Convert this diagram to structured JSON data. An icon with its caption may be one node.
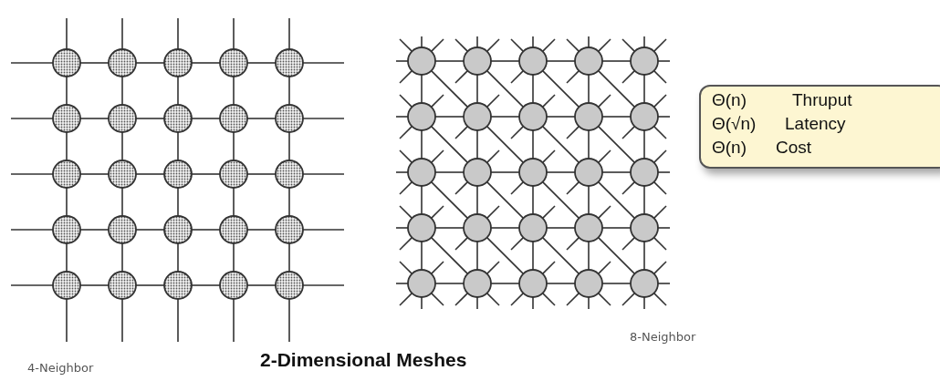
{
  "diagram": {
    "title": "2-Dimensional Meshes",
    "nodes": [
      {
        "text": [],
        "shape": "circle"
      },
      {
        "text": [],
        "shape": "circle"
      },
      {
        "text": [],
        "shape": "circle"
      },
      {
        "text": [],
        "shape": "circle"
      },
      {
        "text": [],
        "shape": "circle"
      },
      {
        "text": [],
        "shape": "circle"
      },
      {
        "text": [],
        "shape": "circle"
      },
      {
        "text": [],
        "shape": "circle"
      },
      {
        "text": [],
        "shape": "circle"
      },
      {
        "text": [],
        "shape": "circle"
      },
      {
        "text": [],
        "shape": "circle"
      },
      {
        "text": [],
        "shape": "circle"
      },
      {
        "text": [],
        "shape": "circle"
      },
      {
        "text": [],
        "shape": "circle"
      },
      {
        "text": [],
        "shape": "circle"
      },
      {
        "text": [],
        "shape": "circle"
      },
      {
        "text": [],
        "shape": "circle"
      },
      {
        "text": [],
        "shape": "circle"
      },
      {
        "text": [],
        "shape": "circle"
      },
      {
        "text": [],
        "shape": "circle"
      },
      {
        "text": [],
        "shape": "circle"
      },
      {
        "text": [],
        "shape": "circle"
      },
      {
        "text": [],
        "shape": "circle"
      },
      {
        "text": [],
        "shape": "circle"
      },
      {
        "text": [],
        "shape": "circle"
      },
      {
        "text": [],
        "shape": "circle"
      },
      {
        "text": [],
        "shape": "circle"
      },
      {
        "text": [],
        "shape": "circle"
      },
      {
        "text": [],
        "shape": "circle"
      },
      {
        "text": [],
        "shape": "circle"
      },
      {
        "text": [],
        "shape": "circle"
      },
      {
        "text": [],
        "shape": "circle"
      },
      {
        "text": [],
        "shape": "circle"
      },
      {
        "text": [],
        "shape": "circle"
      },
      {
        "text": [],
        "shape": "circle"
      },
      {
        "text": [],
        "shape": "circle"
      },
      {
        "text": [],
        "shape": "circle"
      },
      {
        "text": [],
        "shape": "circle"
      },
      {
        "text": [],
        "shape": "circle"
      },
      {
        "text": [],
        "shape": "circle"
      },
      {
        "text": [],
        "shape": "circle"
      },
      {
        "text": [],
        "shape": "circle"
      },
      {
        "text": [],
        "shape": "circle"
      },
      {
        "text": [],
        "shape": "circle"
      },
      {
        "text": [],
        "shape": "circle"
      },
      {
        "text": [],
        "shape": "circle"
      },
      {
        "text": [],
        "shape": "circle"
      },
      {
        "text": [],
        "shape": "circle"
      },
      {
        "text": [],
        "shape": "circle"
      },
      {
        "text": [],
        "shape": "circle"
      }
    ],
    "edges": [
      {
        "from": 0,
        "to": 1,
        "arrow": "none"
      },
      {
        "from": 1,
        "to": 2,
        "arrow": "none"
      },
      {
        "from": 2,
        "to": 3,
        "arrow": "none"
      },
      {
        "from": 3,
        "to": 4,
        "arrow": "none"
      },
      {
        "from": 5,
        "to": 6,
        "arrow": "none"
      },
      {
        "from": 6,
        "to": 7,
        "arrow": "none"
      },
      {
        "from": 7,
        "to": 8,
        "arrow": "none"
      },
      {
        "from": 8,
        "to": 9,
        "arrow": "none"
      },
      {
        "from": 10,
        "to": 11,
        "arrow": "none"
      },
      {
        "from": 11,
        "to": 12,
        "arrow": "none"
      },
      {
        "from": 12,
        "to": 13,
        "arrow": "none"
      },
      {
        "from": 13,
        "to": 14,
        "arrow": "none"
      },
      {
        "from": 15,
        "to": 16,
        "arrow": "none"
      },
      {
        "from": 16,
        "to": 17,
        "arrow": "none"
      },
      {
        "from": 17,
        "to": 18,
        "arrow": "none"
      },
      {
        "from": 18,
        "to": 19,
        "arrow": "none"
      },
      {
        "from": 20,
        "to": 21,
        "arrow": "none"
      },
      {
        "from": 21,
        "to": 22,
        "arrow": "none"
      },
      {
        "from": 22,
        "to": 23,
        "arrow": "none"
      },
      {
        "from": 23,
        "to": 24,
        "arrow": "none"
      },
      {
        "from": 0,
        "to": 5,
        "arrow": "none"
      },
      {
        "from": 1,
        "to": 6,
        "arrow": "none"
      },
      {
        "from": 2,
        "to": 7,
        "arrow": "none"
      },
      {
        "from": 3,
        "to": 8,
        "arrow": "none"
      },
      {
        "from": 4,
        "to": 9,
        "arrow": "none"
      },
      {
        "from": 5,
        "to": 10,
        "arrow": "none"
      },
      {
        "from": 6,
        "to": 11,
        "arrow": "none"
      },
      {
        "from": 7,
        "to": 12,
        "arrow": "none"
      },
      {
        "from": 8,
        "to": 13,
        "arrow": "none"
      },
      {
        "from": 9,
        "to": 14,
        "arrow": "none"
      },
      {
        "from": 10,
        "to": 15,
        "arrow": "none"
      },
      {
        "from": 11,
        "to": 16,
        "arrow": "none"
      },
      {
        "from": 12,
        "to": 17,
        "arrow": "none"
      },
      {
        "from": 13,
        "to": 18,
        "arrow": "none"
      },
      {
        "from": 14,
        "to": 19,
        "arrow": "none"
      },
      {
        "from": 15,
        "to": 20,
        "arrow": "none"
      },
      {
        "from": 16,
        "to": 21,
        "arrow": "none"
      },
      {
        "from": 17,
        "to": 22,
        "arrow": "none"
      },
      {
        "from": 18,
        "to": 23,
        "arrow": "none"
      },
      {
        "from": 19,
        "to": 24,
        "arrow": "none"
      },
      {
        "from": 0,
        "to": null,
        "arrow": "none"
      },
      {
        "from": 4,
        "to": null,
        "arrow": "none"
      },
      {
        "from": 5,
        "to": null,
        "arrow": "none"
      },
      {
        "from": 9,
        "to": null,
        "arrow": "none"
      },
      {
        "from": 10,
        "to": null,
        "arrow": "none"
      },
      {
        "from": 14,
        "to": null,
        "arrow": "none"
      },
      {
        "from": 15,
        "to": null,
        "arrow": "none"
      },
      {
        "from": 19,
        "to": null,
        "arrow": "none"
      },
      {
        "from": 20,
        "to": null,
        "arrow": "none"
      },
      {
        "from": 24,
        "to": null,
        "arrow": "none"
      },
      {
        "from": 0,
        "to": null,
        "arrow": "none"
      },
      {
        "from": 20,
        "to": null,
        "arrow": "none"
      },
      {
        "from": 1,
        "to": null,
        "arrow": "none"
      },
      {
        "from": 21,
        "to": null,
        "arrow": "none"
      },
      {
        "from": 2,
        "to": null,
        "arrow": "none"
      },
      {
        "from": 22,
        "to": null,
        "arrow": "none"
      },
      {
        "from": 3,
        "to": null,
        "arrow": "none"
      },
      {
        "from": 23,
        "to": null,
        "arrow": "none"
      },
      {
        "from": 4,
        "to": null,
        "arrow": "none"
      },
      {
        "from": 24,
        "to": null,
        "arrow": "none"
      },
      {
        "from": 25,
        "to": 26,
        "arrow": "none"
      },
      {
        "from": 26,
        "to": 27,
        "arrow": "none"
      },
      {
        "from": 27,
        "to": 28,
        "arrow": "none"
      },
      {
        "from": 28,
        "to": 29,
        "arrow": "none"
      },
      {
        "from": 30,
        "to": 31,
        "arrow": "none"
      },
      {
        "from": 31,
        "to": 32,
        "arrow": "none"
      },
      {
        "from": 32,
        "to": 33,
        "arrow": "none"
      },
      {
        "from": 33,
        "to": 34,
        "arrow": "none"
      },
      {
        "from": 35,
        "to": 36,
        "arrow": "none"
      },
      {
        "from": 36,
        "to": 37,
        "arrow": "none"
      },
      {
        "from": 37,
        "to": 38,
        "arrow": "none"
      },
      {
        "from": 38,
        "to": 39,
        "arrow": "none"
      },
      {
        "from": 40,
        "to": 41,
        "arrow": "none"
      },
      {
        "from": 41,
        "to": 42,
        "arrow": "none"
      },
      {
        "from": 42,
        "to": 43,
        "arrow": "none"
      },
      {
        "from": 43,
        "to": 44,
        "arrow": "none"
      },
      {
        "from": 45,
        "to": 46,
        "arrow": "none"
      },
      {
        "from": 46,
        "to": 47,
        "arrow": "none"
      },
      {
        "from": 47,
        "to": 48,
        "arrow": "none"
      },
      {
        "from": 48,
        "to": 49,
        "arrow": "none"
      },
      {
        "from": 25,
        "to": 30,
        "arrow": "none"
      },
      {
        "from": 26,
        "to": 31,
        "arrow": "none"
      },
      {
        "from": 27,
        "to": 32,
        "arrow": "none"
      },
      {
        "from": 28,
        "to": 33,
        "arrow": "none"
      },
      {
        "from": 29,
        "to": 34,
        "arrow": "none"
      },
      {
        "from": 30,
        "to": 35,
        "arrow": "none"
      },
      {
        "from": 31,
        "to": 36,
        "arrow": "none"
      },
      {
        "from": 32,
        "to": 37,
        "arrow": "none"
      },
      {
        "from": 33,
        "to": 38,
        "arrow": "none"
      },
      {
        "from": 34,
        "to": 39,
        "arrow": "none"
      },
      {
        "from": 35,
        "to": 40,
        "arrow": "none"
      },
      {
        "from": 36,
        "to": 41,
        "arrow": "none"
      },
      {
        "from": 37,
        "to": 42,
        "arrow": "none"
      },
      {
        "from": 38,
        "to": 43,
        "arrow": "none"
      },
      {
        "from": 39,
        "to": 44,
        "arrow": "none"
      },
      {
        "from": 40,
        "to": 45,
        "arrow": "none"
      },
      {
        "from": 41,
        "to": 46,
        "arrow": "none"
      },
      {
        "from": 42,
        "to": 47,
        "arrow": "none"
      },
      {
        "from": 43,
        "to": 48,
        "arrow": "none"
      },
      {
        "from": 44,
        "to": 49,
        "arrow": "none"
      },
      {
        "from": 25,
        "to": 31,
        "arrow": "none"
      },
      {
        "from": 26,
        "to": 32,
        "arrow": "none"
      },
      {
        "from": 27,
        "to": 33,
        "arrow": "none"
      },
      {
        "from": 28,
        "to": 34,
        "arrow": "none"
      },
      {
        "from": 30,
        "to": 36,
        "arrow": "none"
      },
      {
        "from": 31,
        "to": 37,
        "arrow": "none"
      },
      {
        "from": 32,
        "to": 38,
        "arrow": "none"
      },
      {
        "from": 33,
        "to": 39,
        "arrow": "none"
      },
      {
        "from": 35,
        "to": 41,
        "arrow": "none"
      },
      {
        "from": 36,
        "to": 42,
        "arrow": "none"
      },
      {
        "from": 37,
        "to": 43,
        "arrow": "none"
      },
      {
        "from": 38,
        "to": 44,
        "arrow": "none"
      },
      {
        "from": 40,
        "to": 46,
        "arrow": "none"
      },
      {
        "from": 41,
        "to": 47,
        "arrow": "none"
      },
      {
        "from": 42,
        "to": 48,
        "arrow": "none"
      },
      {
        "from": 43,
        "to": 49,
        "arrow": "none"
      },
      {
        "from": 25,
        "to": null,
        "arrow": "none"
      },
      {
        "from": 29,
        "to": null,
        "arrow": "none"
      },
      {
        "from": 30,
        "to": null,
        "arrow": "none"
      },
      {
        "from": 34,
        "to": null,
        "arrow": "none"
      },
      {
        "from": 35,
        "to": null,
        "arrow": "none"
      },
      {
        "from": 39,
        "to": null,
        "arrow": "none"
      },
      {
        "from": 40,
        "to": null,
        "arrow": "none"
      },
      {
        "from": 44,
        "to": null,
        "arrow": "none"
      },
      {
        "from": 45,
        "to": null,
        "arrow": "none"
      },
      {
        "from": 49,
        "to": null,
        "arrow": "none"
      },
      {
        "from": 25,
        "to": null,
        "arrow": "none"
      },
      {
        "from": 45,
        "to": null,
        "arrow": "none"
      },
      {
        "from": 26,
        "to": null,
        "arrow": "none"
      },
      {
        "from": 46,
        "to": null,
        "arrow": "none"
      },
      {
        "from": 27,
        "to": null,
        "arrow": "none"
      },
      {
        "from": 47,
        "to": null,
        "arrow": "none"
      },
      {
        "from": 28,
        "to": null,
        "arrow": "none"
      },
      {
        "from": 48,
        "to": null,
        "arrow": "none"
      },
      {
        "from": 29,
        "to": null,
        "arrow": "none"
      },
      {
        "from": 49,
        "to": null,
        "arrow": "none"
      },
      {
        "from": 25,
        "to": null,
        "arrow": "none"
      },
      {
        "from": 25,
        "to": null,
        "arrow": "none"
      },
      {
        "from": 26,
        "to": null,
        "arrow": "none"
      },
      {
        "from": 26,
        "to": null,
        "arrow": "none"
      },
      {
        "from": 27,
        "to": null,
        "arrow": "none"
      },
      {
        "from": 27,
        "to": null,
        "arrow": "none"
      },
      {
        "from": 28,
        "to": null,
        "arrow": "none"
      },
      {
        "from": 28,
        "to": null,
        "arrow": "none"
      },
      {
        "from": 29,
        "to": null,
        "arrow": "none"
      },
      {
        "from": 29,
        "to": null,
        "arrow": "none"
      },
      {
        "from": 30,
        "to": null,
        "arrow": "none"
      },
      {
        "from": 30,
        "to": null,
        "arrow": "none"
      },
      {
        "from": 31,
        "to": null,
        "arrow": "none"
      },
      {
        "from": 31,
        "to": null,
        "arrow": "none"
      },
      {
        "from": 32,
        "to": null,
        "arrow": "none"
      },
      {
        "from": 32,
        "to": null,
        "arrow": "none"
      },
      {
        "from": 33,
        "to": null,
        "arrow": "none"
      },
      {
        "from": 33,
        "to": null,
        "arrow": "none"
      },
      {
        "from": 34,
        "to": null,
        "arrow": "none"
      },
      {
        "from": 34,
        "to": null,
        "arrow": "none"
      },
      {
        "from": 35,
        "to": null,
        "arrow": "none"
      },
      {
        "from": 35,
        "to": null,
        "arrow": "none"
      },
      {
        "from": 36,
        "to": null,
        "arrow": "none"
      },
      {
        "from": 36,
        "to": null,
        "arrow": "none"
      },
      {
        "from": 37,
        "to": null,
        "arrow": "none"
      },
      {
        "from": 37,
        "to": null,
        "arrow": "none"
      },
      {
        "from": 38,
        "to": null,
        "arrow": "none"
      },
      {
        "from": 38,
        "to": null,
        "arrow": "none"
      },
      {
        "from": 39,
        "to": null,
        "arrow": "none"
      },
      {
        "from": 39,
        "to": null,
        "arrow": "none"
      },
      {
        "from": 40,
        "to": null,
        "arrow": "none"
      },
      {
        "from": 40,
        "to": null,
        "arrow": "none"
      },
      {
        "from": 41,
        "to": null,
        "arrow": "none"
      },
      {
        "from": 41,
        "to": null,
        "arrow": "none"
      },
      {
        "from": 42,
        "to": null,
        "arrow": "none"
      },
      {
        "from": 42,
        "to": null,
        "arrow": "none"
      },
      {
        "from": 43,
        "to": null,
        "arrow": "none"
      },
      {
        "from": 43,
        "to": null,
        "arrow": "none"
      },
      {
        "from": 44,
        "to": null,
        "arrow": "none"
      },
      {
        "from": 44,
        "to": null,
        "arrow": "none"
      },
      {
        "from": 45,
        "to": null,
        "arrow": "none"
      },
      {
        "from": 45,
        "to": null,
        "arrow": "none"
      },
      {
        "from": 46,
        "to": null,
        "arrow": "none"
      },
      {
        "from": 46,
        "to": null,
        "arrow": "none"
      },
      {
        "from": 47,
        "to": null,
        "arrow": "none"
      },
      {
        "from": 47,
        "to": null,
        "arrow": "none"
      },
      {
        "from": 48,
        "to": null,
        "arrow": "none"
      },
      {
        "from": 48,
        "to": null,
        "arrow": "none"
      },
      {
        "from": 49,
        "to": null,
        "arrow": "none"
      },
      {
        "from": 49,
        "to": null,
        "arrow": "none"
      },
      {
        "from": 25,
        "to": null,
        "arrow": "none"
      },
      {
        "from": 26,
        "to": null,
        "arrow": "none"
      },
      {
        "from": 27,
        "to": null,
        "arrow": "none"
      },
      {
        "from": 28,
        "to": null,
        "arrow": "none"
      },
      {
        "from": 29,
        "to": null,
        "arrow": "none"
      },
      {
        "from": 30,
        "to": null,
        "arrow": "none"
      },
      {
        "from": 35,
        "to": null,
        "arrow": "none"
      },
      {
        "from": 40,
        "to": null,
        "arrow": "none"
      },
      {
        "from": 45,
        "to": null,
        "arrow": "none"
      },
      {
        "from": 45,
        "to": null,
        "arrow": "none"
      },
      {
        "from": 46,
        "to": null,
        "arrow": "none"
      },
      {
        "from": 47,
        "to": null,
        "arrow": "none"
      },
      {
        "from": 48,
        "to": null,
        "arrow": "none"
      },
      {
        "from": 49,
        "to": null,
        "arrow": "none"
      },
      {
        "from": 29,
        "to": null,
        "arrow": "none"
      },
      {
        "from": 34,
        "to": null,
        "arrow": "none"
      },
      {
        "from": 39,
        "to": null,
        "arrow": "none"
      },
      {
        "from": 44,
        "to": null,
        "arrow": "none"
      }
    ],
    "labels": [
      "Θ(n)",
      "Thruput",
      "Θ(√n)",
      "Latency",
      "Θ(n)",
      "Cost",
      "8-Neighbor",
      "4-Neighbor"
    ]
  }
}
